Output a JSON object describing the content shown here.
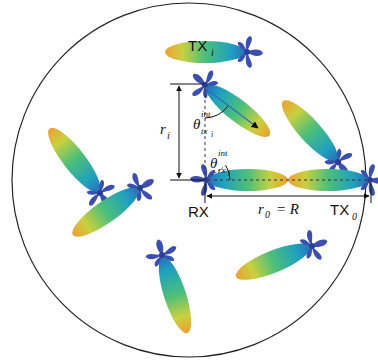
{
  "diagram": {
    "labels": [
      "TX",
      "i",
      "r",
      "i",
      "θ",
      "int",
      "tx",
      "i",
      "θ",
      "int",
      "rx",
      "i",
      "RX",
      "r",
      "0",
      "= R",
      "TX",
      "0"
    ]
  }
}
